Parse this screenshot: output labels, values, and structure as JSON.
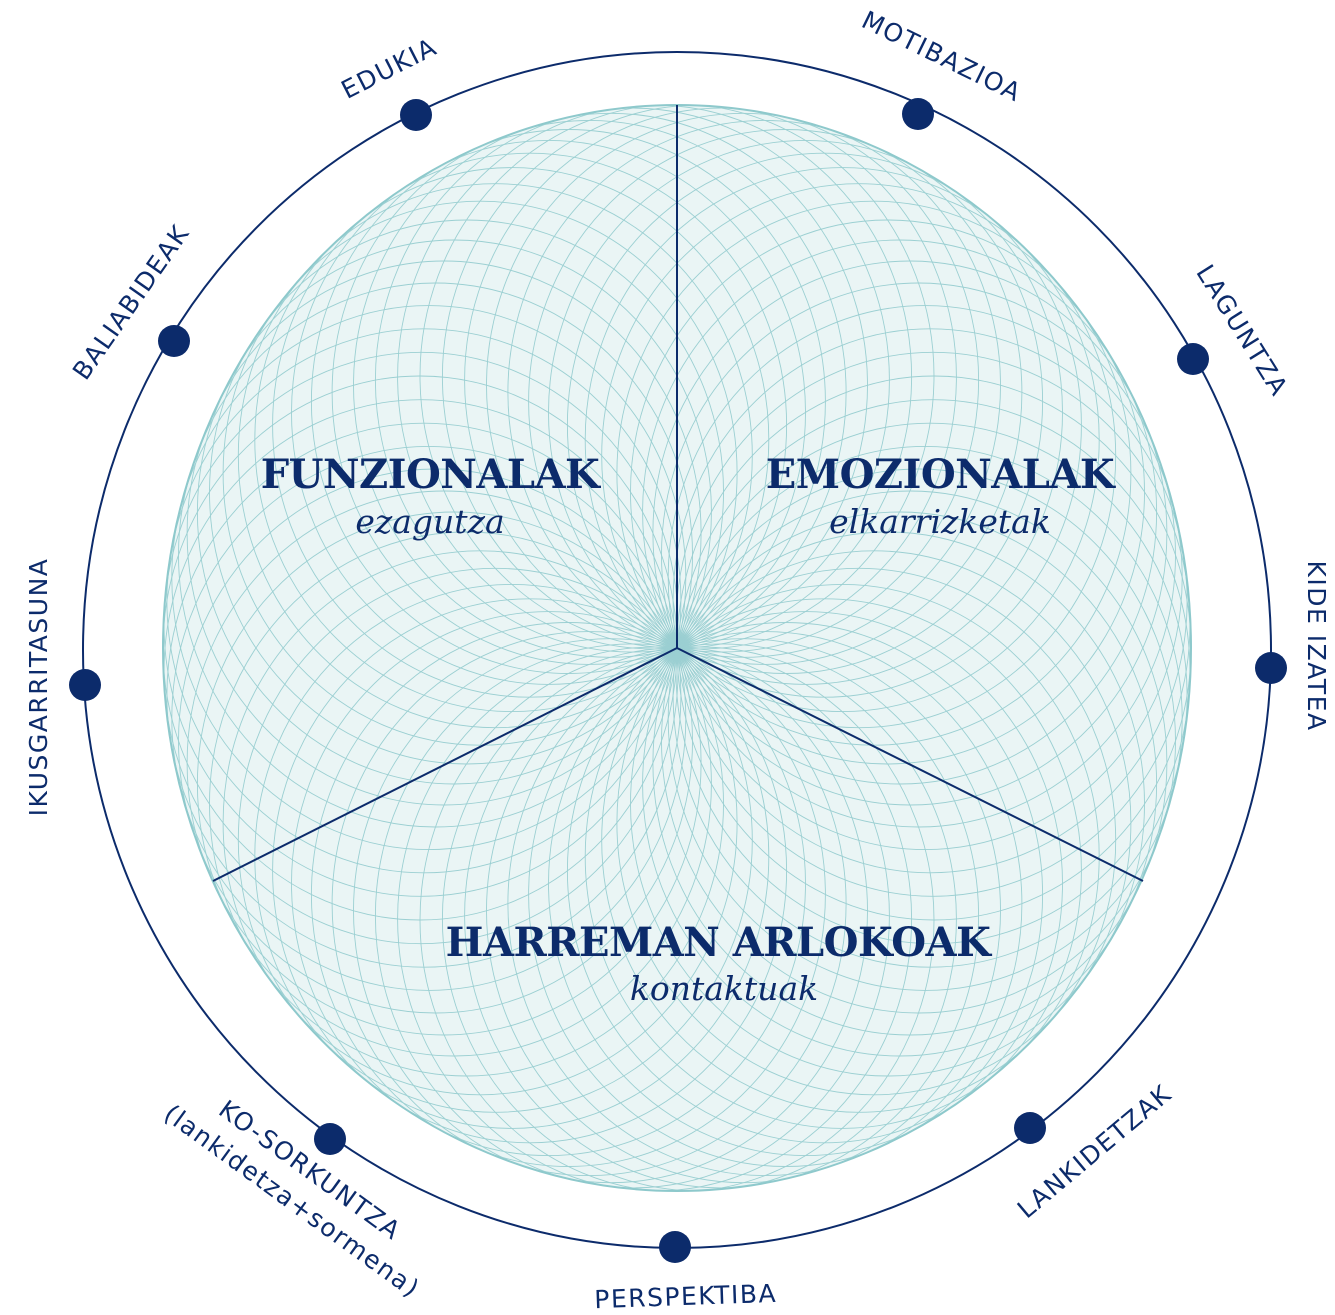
{
  "colors": {
    "navy": "#0c2b6b",
    "teal_line": "#8ec9cc",
    "teal_fill": "#eaf5f5"
  },
  "sections": [
    {
      "title": "FUNZIONALAK",
      "subtitle": "ezagutza"
    },
    {
      "title": "EMOZIONALAK",
      "subtitle": "elkarrizketak"
    },
    {
      "title": "HARREMAN ARLOKOAK",
      "subtitle": "kontaktuak"
    }
  ],
  "ring_labels": [
    "EDUKIA",
    "MOTIBAZIOA",
    "LAGUNTZA",
    "KIDE IZATEA",
    "LANKIDETZAK",
    "PERSPEKTIBA",
    "KO-SORKUNTZA",
    "(lankidetza+sormena)",
    "IKUSGARRITASUNA",
    "BALIABIDEAK"
  ]
}
